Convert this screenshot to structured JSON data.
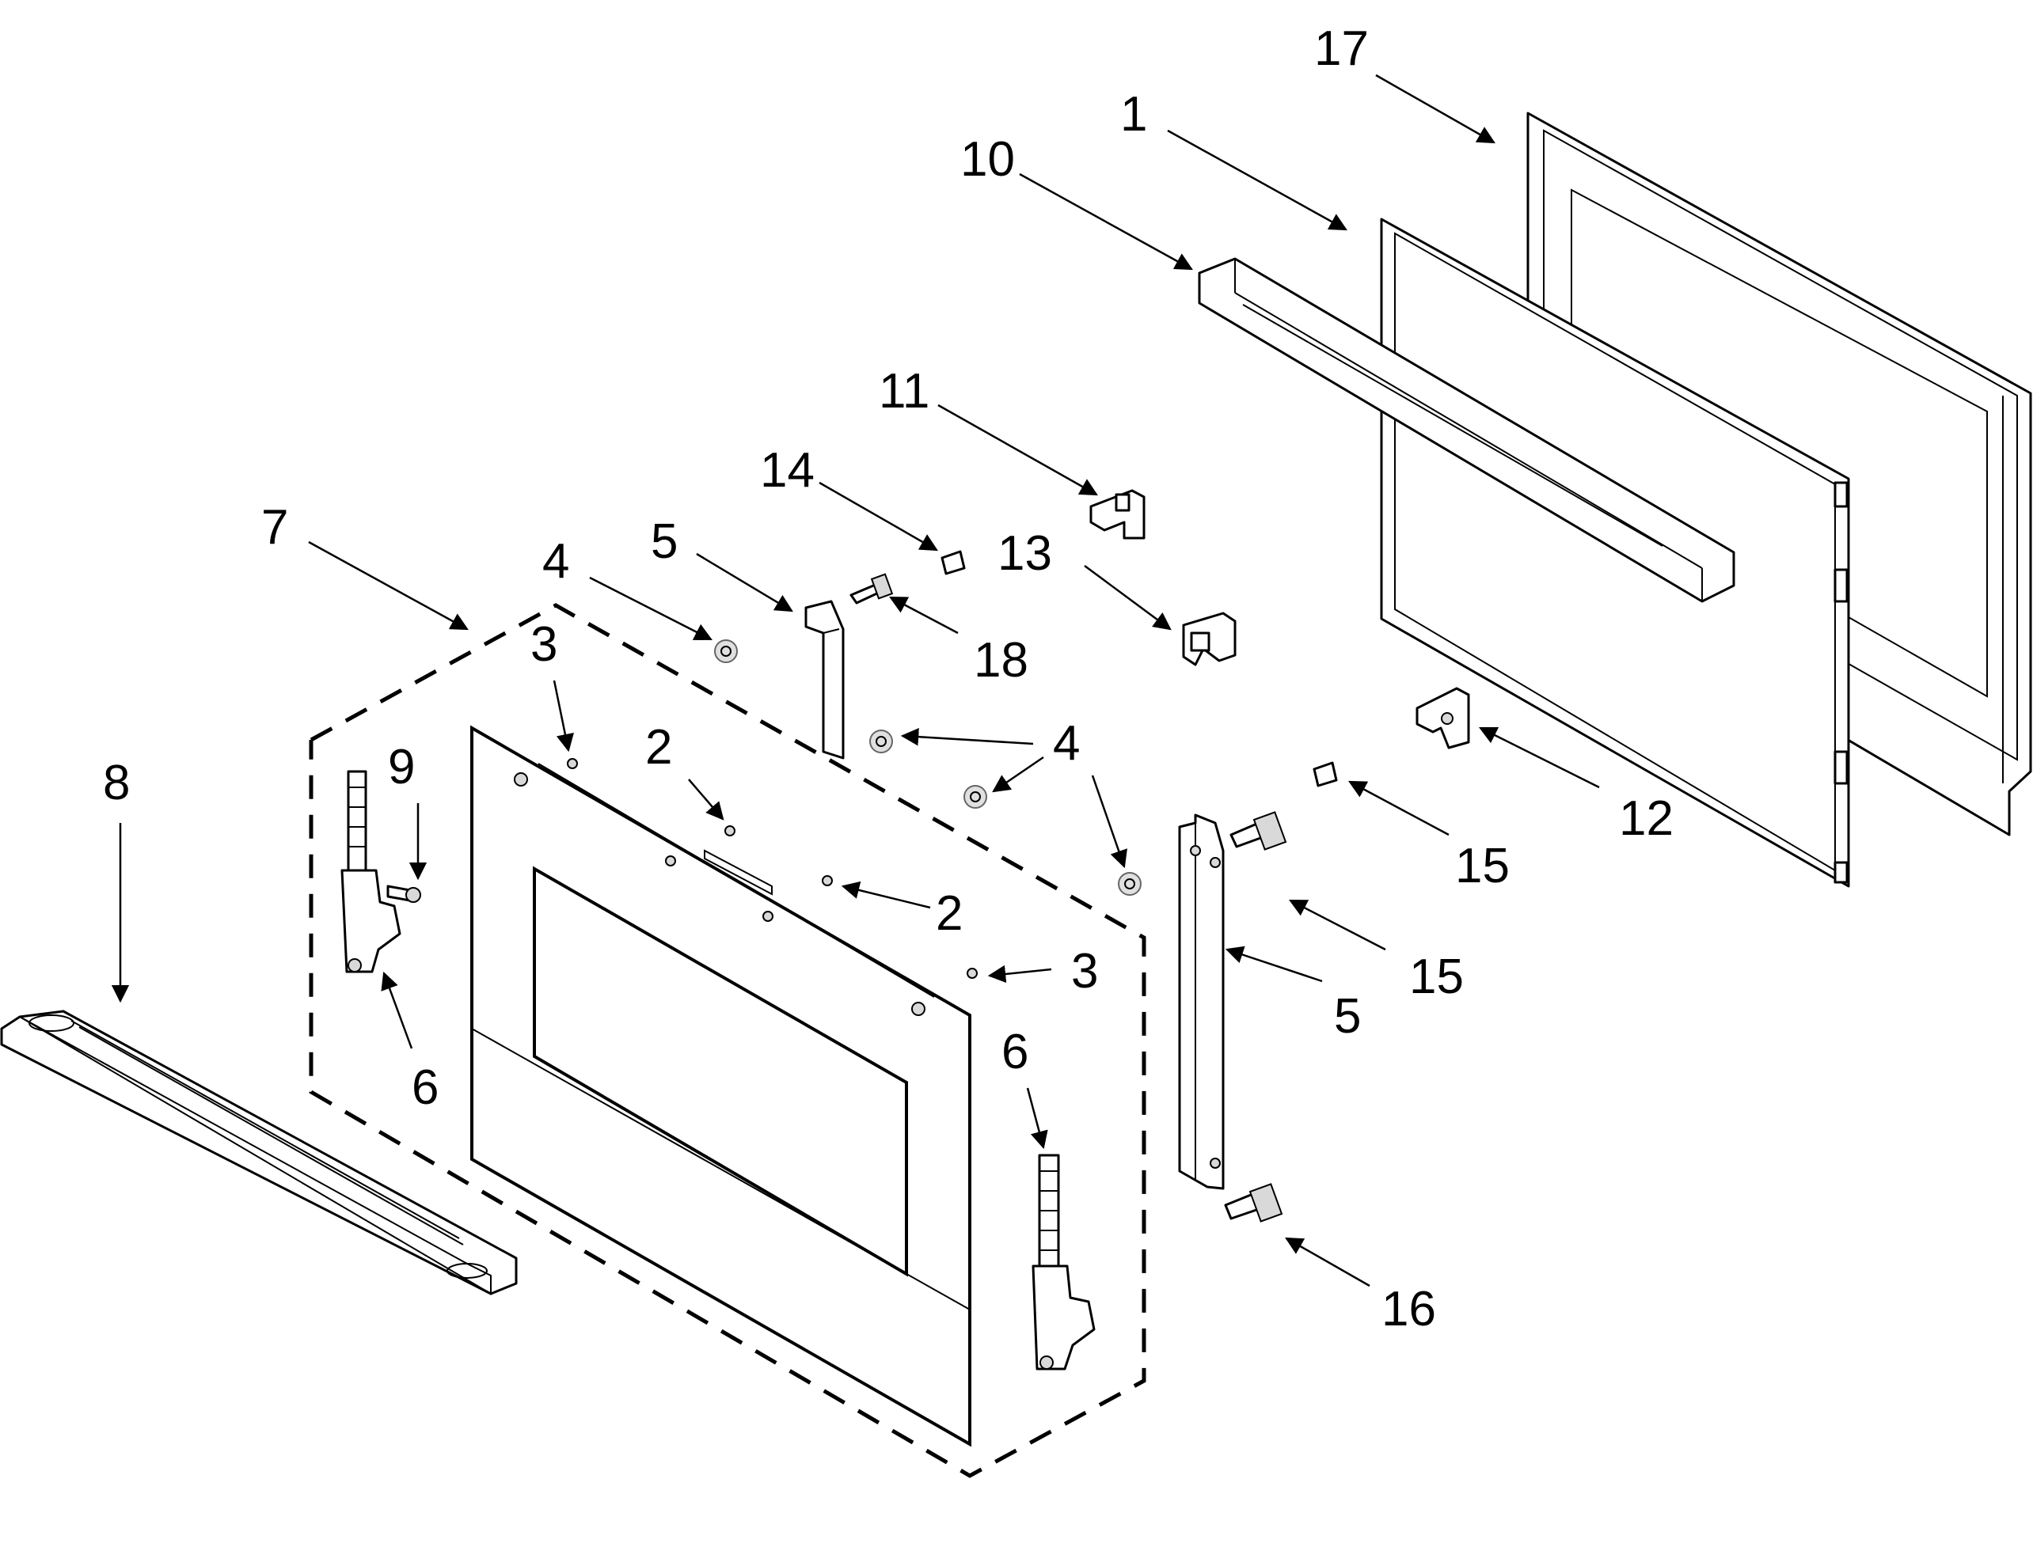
{
  "callouts": [
    {
      "id": "c1",
      "text": "1"
    },
    {
      "id": "c2a",
      "text": "2"
    },
    {
      "id": "c2b",
      "text": "2"
    },
    {
      "id": "c3a",
      "text": "3"
    },
    {
      "id": "c3b",
      "text": "3"
    },
    {
      "id": "c4a",
      "text": "4"
    },
    {
      "id": "c4b",
      "text": "4"
    },
    {
      "id": "c5a",
      "text": "5"
    },
    {
      "id": "c5b",
      "text": "5"
    },
    {
      "id": "c6a",
      "text": "6"
    },
    {
      "id": "c6b",
      "text": "6"
    },
    {
      "id": "c7",
      "text": "7"
    },
    {
      "id": "c8",
      "text": "8"
    },
    {
      "id": "c9",
      "text": "9"
    },
    {
      "id": "c10",
      "text": "10"
    },
    {
      "id": "c11",
      "text": "11"
    },
    {
      "id": "c12",
      "text": "12"
    },
    {
      "id": "c13",
      "text": "13"
    },
    {
      "id": "c14",
      "text": "14"
    },
    {
      "id": "c15a",
      "text": "15"
    },
    {
      "id": "c15b",
      "text": "15"
    },
    {
      "id": "c16",
      "text": "16"
    },
    {
      "id": "c17",
      "text": "17"
    },
    {
      "id": "c18",
      "text": "18"
    }
  ]
}
